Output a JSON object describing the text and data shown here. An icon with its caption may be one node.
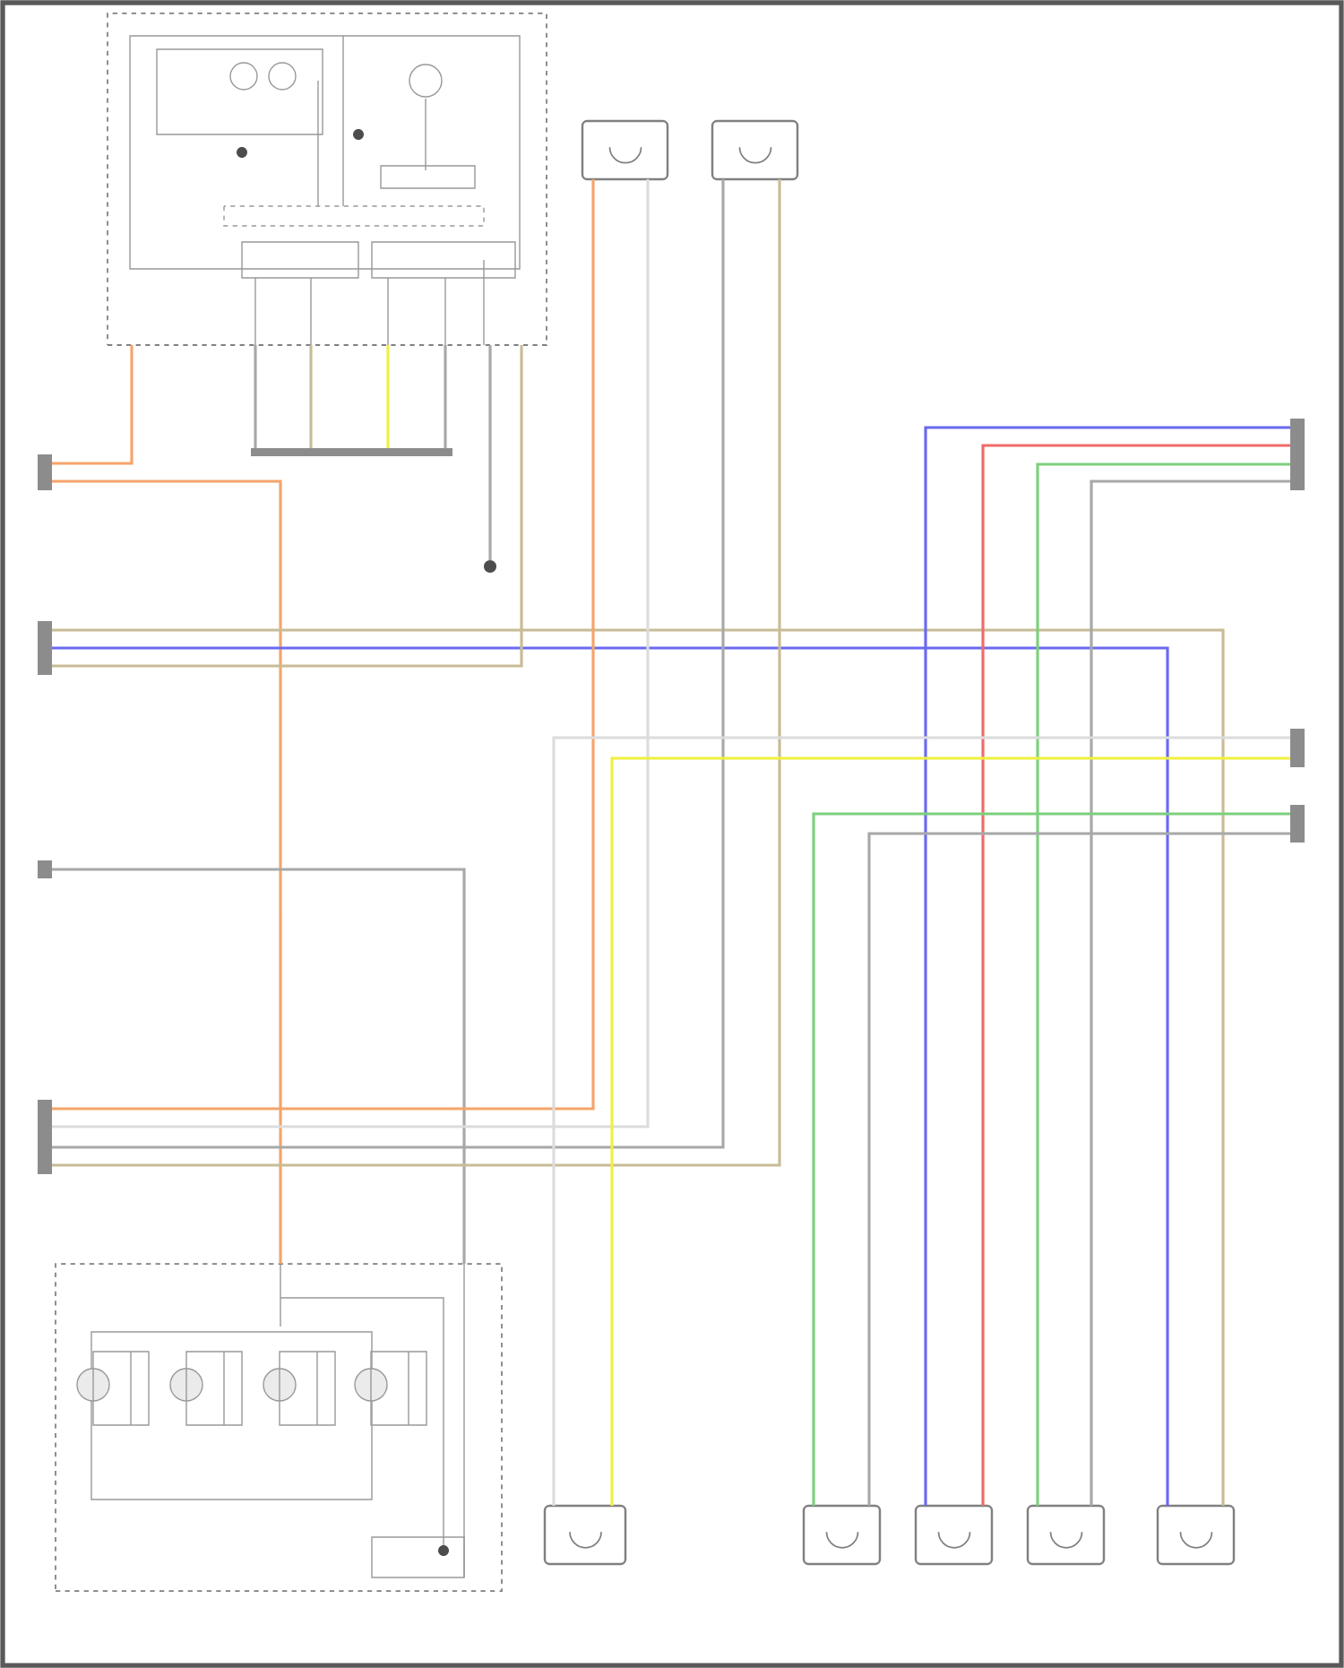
{
  "diagram": {
    "nodes": [
      {
        "text": [],
        "shape": "box"
      },
      {
        "text": [],
        "shape": "bar"
      },
      {
        "text": [],
        "shape": "circle"
      },
      {
        "text": [],
        "shape": "box"
      },
      {
        "text": [],
        "shape": "box"
      },
      {
        "text": [],
        "shape": "box"
      },
      {
        "text": [],
        "shape": "box"
      },
      {
        "text": [],
        "shape": "box"
      },
      {
        "text": [],
        "shape": "box"
      },
      {
        "text": [],
        "shape": "box"
      },
      {
        "text": [],
        "shape": "box"
      },
      {
        "text": [],
        "shape": "bar"
      },
      {
        "text": [],
        "shape": "bar"
      },
      {
        "text": [],
        "shape": "bar"
      },
      {
        "text": [],
        "shape": "bar"
      },
      {
        "text": [],
        "shape": "bar"
      },
      {
        "text": [],
        "shape": "bar"
      },
      {
        "text": [],
        "shape": "bar"
      }
    ],
    "edges": [
      {
        "from": 11,
        "to": 0,
        "arrow": "none",
        "color": "#f5a46a"
      },
      {
        "from": 11,
        "to": 5,
        "arrow": "none",
        "color": "#f5a46a"
      },
      {
        "from": 12,
        "to": 10,
        "arrow": "none",
        "color": "#c8bc96"
      },
      {
        "from": 12,
        "to": 10,
        "arrow": "none",
        "color": "#6a6af0"
      },
      {
        "from": 12,
        "to": 0,
        "arrow": "none",
        "color": "#c8bc96"
      },
      {
        "from": 13,
        "to": 5,
        "arrow": "none",
        "color": "#a8a8a8"
      },
      {
        "from": 14,
        "to": 3,
        "arrow": "none",
        "color": "#f5a46a"
      },
      {
        "from": 14,
        "to": 3,
        "arrow": "none",
        "color": "#dcdcdc"
      },
      {
        "from": 14,
        "to": 4,
        "arrow": "none",
        "color": "#a8a8a8"
      },
      {
        "from": 14,
        "to": 4,
        "arrow": "none",
        "color": "#c8bc96"
      },
      {
        "from": 15,
        "to": 8,
        "arrow": "none",
        "color": "#6a6af0"
      },
      {
        "from": 15,
        "to": 8,
        "arrow": "none",
        "color": "#f06a6a"
      },
      {
        "from": 15,
        "to": 9,
        "arrow": "none",
        "color": "#7cd07c"
      },
      {
        "from": 15,
        "to": 9,
        "arrow": "none",
        "color": "#a8a8a8"
      },
      {
        "from": 16,
        "to": 6,
        "arrow": "none",
        "color": "#dcdcdc"
      },
      {
        "from": 16,
        "to": 6,
        "arrow": "none",
        "color": "#f0f040"
      },
      {
        "from": 17,
        "to": 7,
        "arrow": "none",
        "color": "#7cd07c"
      },
      {
        "from": 17,
        "to": 7,
        "arrow": "none",
        "color": "#a8a8a8"
      },
      {
        "from": 0,
        "to": 1,
        "arrow": "none",
        "color": "#a8a8a8"
      },
      {
        "from": 0,
        "to": 1,
        "arrow": "none",
        "color": "#c8bc96"
      },
      {
        "from": 0,
        "to": 1,
        "arrow": "none",
        "color": "#f0f040"
      },
      {
        "from": 0,
        "to": 1,
        "arrow": "none",
        "color": "#a8a8a8"
      },
      {
        "from": 0,
        "to": 2,
        "arrow": "none",
        "color": "#a8a8a8"
      }
    ]
  }
}
